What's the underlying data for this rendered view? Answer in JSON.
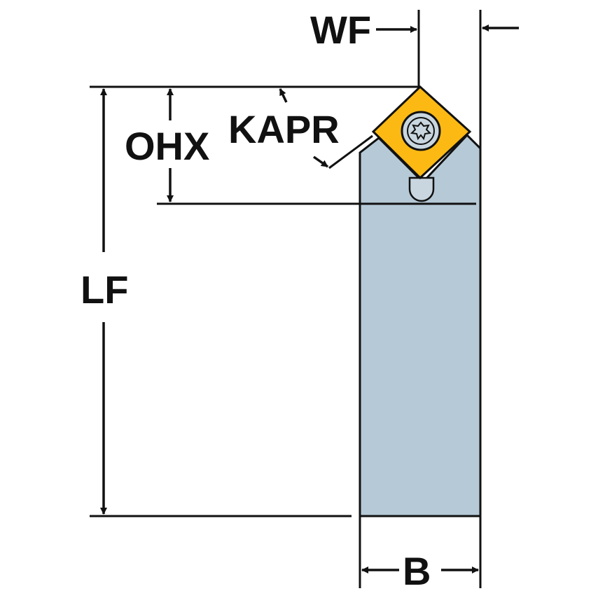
{
  "labels": {
    "wf": "WF",
    "ohx": "OHX",
    "kapr": "KAPR",
    "lf": "LF",
    "b": "B"
  },
  "colors": {
    "holder_body": "#b6c9d6",
    "insert": "#fdb913",
    "insert_screw": "#c9d6df",
    "outline": "#111111",
    "background": "#ffffff"
  },
  "icons": {
    "insert_screw": "torx-screw-icon"
  }
}
